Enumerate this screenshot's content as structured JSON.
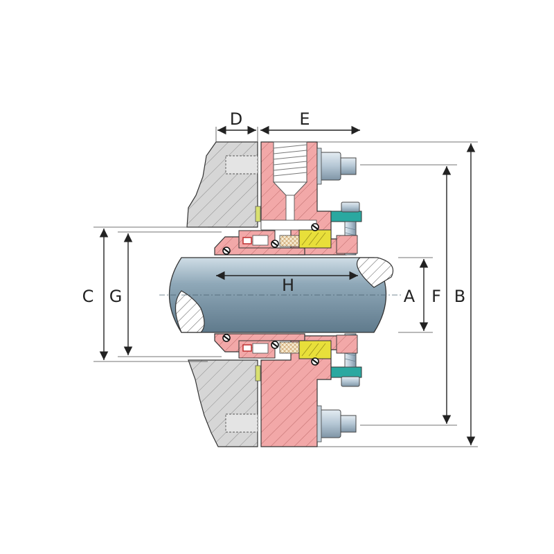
{
  "labels": {
    "d": "D",
    "e": "E",
    "c": "C",
    "g": "G",
    "h": "H",
    "a": "A",
    "f": "F",
    "b": "B"
  },
  "colors": {
    "housing": "#f2a8a8",
    "wall": "#d6d6d6",
    "shaft": "#8fa8b8",
    "bolt": "#b4c6d4",
    "seal_ring": "#e8df3a",
    "clamp": "#2aa8a0",
    "hatch": "#555555",
    "dimension": "#222222"
  }
}
